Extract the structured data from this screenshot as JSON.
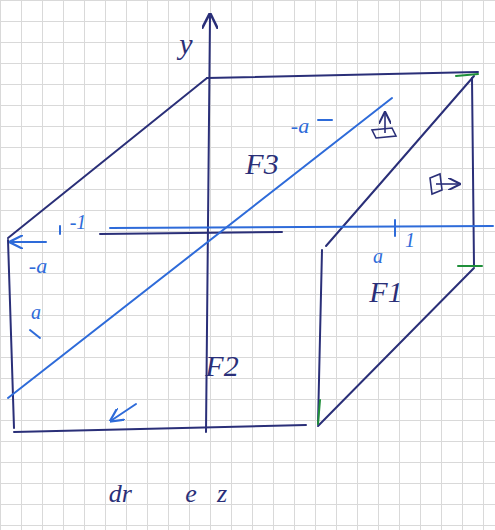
{
  "diagram": {
    "labels": [
      "y",
      "-a",
      "F3",
      "-1",
      "-a",
      "a",
      "a",
      "F1",
      "1",
      "F2",
      "dr⃗ ∥ e⃗z"
    ]
  }
}
